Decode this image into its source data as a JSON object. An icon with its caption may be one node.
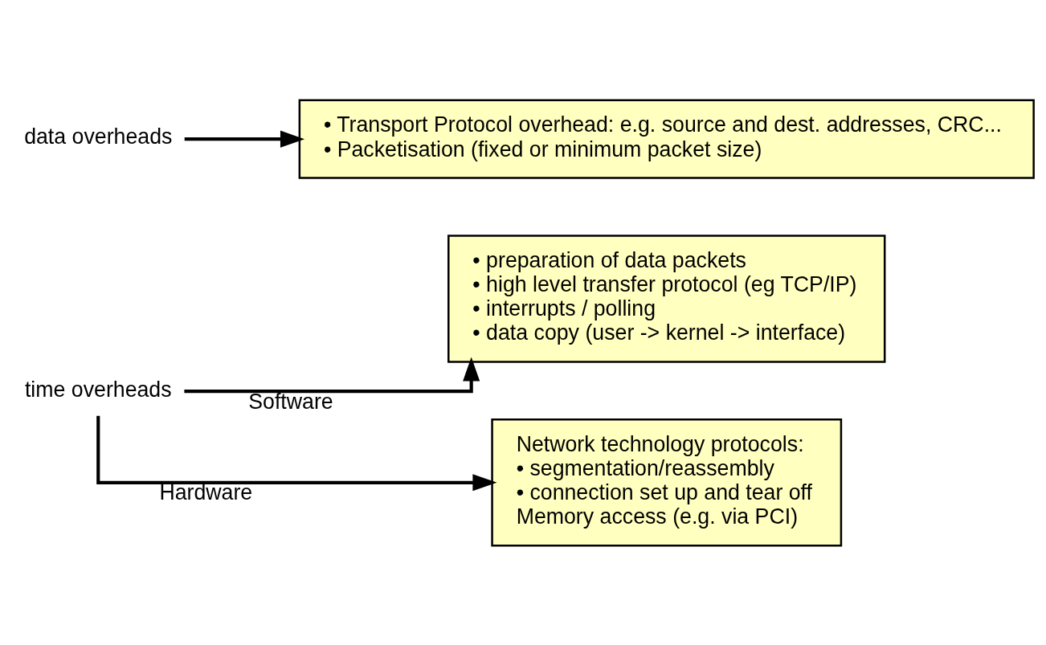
{
  "diagram": {
    "nodes": [
      {
        "text": [
          "time overheads"
        ]
      },
      {
        "text": [
          "• preparation of data packets",
          "• high level transfer protocol (eg TCP/IP)",
          "• interrupts / polling",
          "• data copy (user -> kernel -> interface)"
        ]
      },
      {
        "text": [
          "Network technology protocols:",
          "• segmentation/reassembly",
          "• connection set up and tear off",
          "Memory access (e.g. via PCI)"
        ]
      },
      {
        "text": [
          "data overheads"
        ]
      },
      {
        "text": [
          "• Transport Protocol overhead: e.g. source and dest. addresses, CRC...",
          "• Packetisation (fixed or minimum packet size)"
        ]
      }
    ],
    "edges": [
      {
        "from": 0,
        "to": 1,
        "arrow": "to",
        "label": "Software"
      },
      {
        "from": 0,
        "to": 2,
        "arrow": "to",
        "label": "Hardware"
      },
      {
        "from": 3,
        "to": 4,
        "arrow": "to"
      }
    ]
  }
}
